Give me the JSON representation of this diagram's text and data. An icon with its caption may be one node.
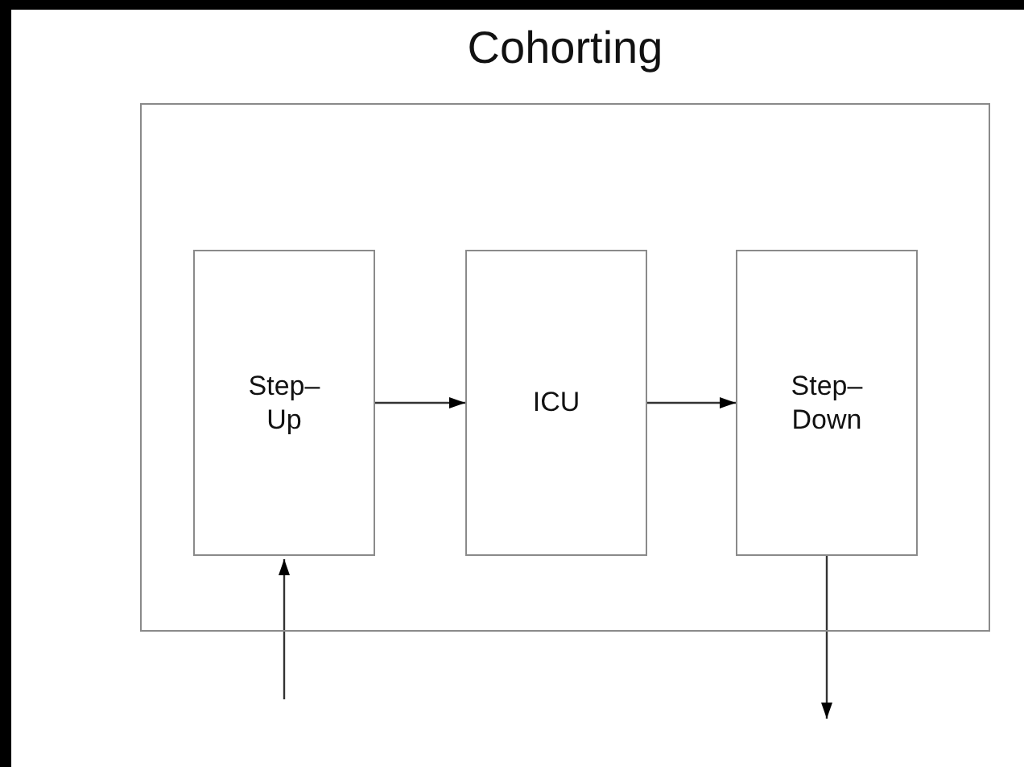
{
  "diagram": {
    "nodes": [
      {
        "text": [
          "Cohorting"
        ]
      },
      {
        "text": [
          "Step– Up"
        ],
        "in": 0
      },
      {
        "text": [
          "ICU"
        ],
        "in": 0
      },
      {
        "text": [
          "Step– Down"
        ],
        "in": 0
      }
    ],
    "edges": [
      {
        "from": null,
        "to": 1,
        "arrow": "to"
      },
      {
        "from": 1,
        "to": 2,
        "arrow": "to"
      },
      {
        "from": 2,
        "to": 3,
        "arrow": "to"
      },
      {
        "from": 3,
        "to": null,
        "arrow": "to"
      }
    ]
  }
}
